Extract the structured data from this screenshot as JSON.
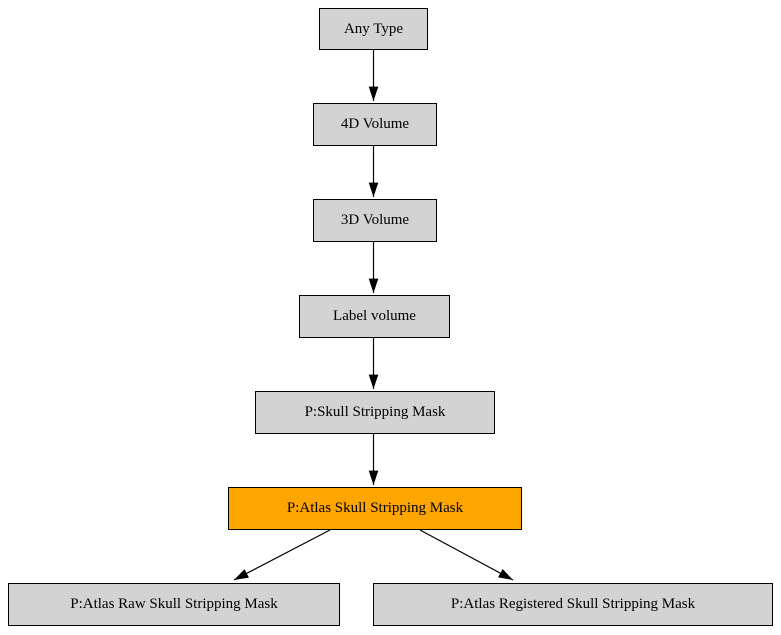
{
  "diagram": {
    "type": "directed-graph-type-hierarchy",
    "colors": {
      "background": "#ffffff",
      "node_fill": "#d3d3d3",
      "node_border": "#000000",
      "highlight_fill": "#ffa500",
      "edge_color": "#000000"
    },
    "nodes": [
      {
        "id": "any-type",
        "label": "Any Type",
        "highlighted": false
      },
      {
        "id": "4d-volume",
        "label": "4D Volume",
        "highlighted": false
      },
      {
        "id": "3d-volume",
        "label": "3D Volume",
        "highlighted": false
      },
      {
        "id": "label-volume",
        "label": "Label volume",
        "highlighted": false
      },
      {
        "id": "p-skull-stripping-mask",
        "label": "P:Skull Stripping Mask",
        "highlighted": false
      },
      {
        "id": "p-atlas-skull-stripping-mask",
        "label": "P:Atlas Skull Stripping Mask",
        "highlighted": true
      },
      {
        "id": "p-atlas-raw-skull-stripping-mask",
        "label": "P:Atlas Raw Skull Stripping Mask",
        "highlighted": false
      },
      {
        "id": "p-atlas-registered-skull-stripping-mask",
        "label": "P:Atlas Registered Skull Stripping Mask",
        "highlighted": false
      }
    ],
    "edges": [
      {
        "from": "any-type",
        "to": "4d-volume"
      },
      {
        "from": "4d-volume",
        "to": "3d-volume"
      },
      {
        "from": "3d-volume",
        "to": "label-volume"
      },
      {
        "from": "label-volume",
        "to": "p-skull-stripping-mask"
      },
      {
        "from": "p-skull-stripping-mask",
        "to": "p-atlas-skull-stripping-mask"
      },
      {
        "from": "p-atlas-skull-stripping-mask",
        "to": "p-atlas-raw-skull-stripping-mask"
      },
      {
        "from": "p-atlas-skull-stripping-mask",
        "to": "p-atlas-registered-skull-stripping-mask"
      }
    ]
  }
}
